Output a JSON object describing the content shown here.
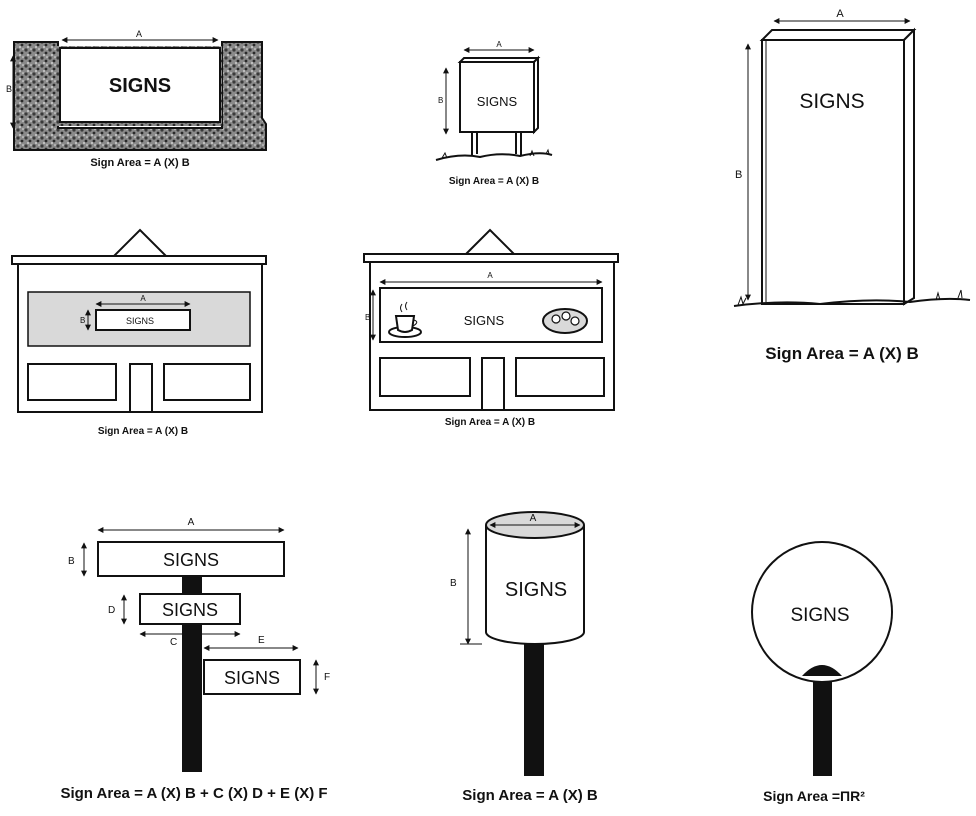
{
  "figures": {
    "monument": {
      "sign": "SIGNS",
      "dim_a": "A",
      "dim_b": "B",
      "caption": "Sign Area = A (X) B"
    },
    "small_ground": {
      "sign": "SIGNS",
      "dim_a": "A",
      "dim_b": "B",
      "caption": "Sign Area = A (X) B"
    },
    "tall_pylon": {
      "sign": "SIGNS",
      "dim_a": "A",
      "dim_b": "B",
      "caption": "Sign Area = A (X) B"
    },
    "wall_band": {
      "sign": "SIGNS",
      "dim_a": "A",
      "dim_b": "B",
      "caption": "Sign Area = A (X) B"
    },
    "wall_full": {
      "sign": "SIGNS",
      "dim_a": "A",
      "dim_b": "B",
      "caption": "Sign Area = A (X) B"
    },
    "multi_post": {
      "sign_1": "SIGNS",
      "sign_2": "SIGNS",
      "sign_3": "SIGNS",
      "dim_a": "A",
      "dim_b": "B",
      "dim_c": "C",
      "dim_d": "D",
      "dim_e": "E",
      "dim_f": "F",
      "caption": "Sign Area = A (X) B + C (X) D + E (X) F"
    },
    "cylinder": {
      "sign": "SIGNS",
      "dim_a": "A",
      "dim_b": "B",
      "caption": "Sign Area = A (X) B"
    },
    "round": {
      "sign": "SIGNS",
      "caption": "Sign Area =ΠR²"
    }
  },
  "colors": {
    "ink": "#111111",
    "shade": "#d9d9d9",
    "stone": "#555555"
  }
}
